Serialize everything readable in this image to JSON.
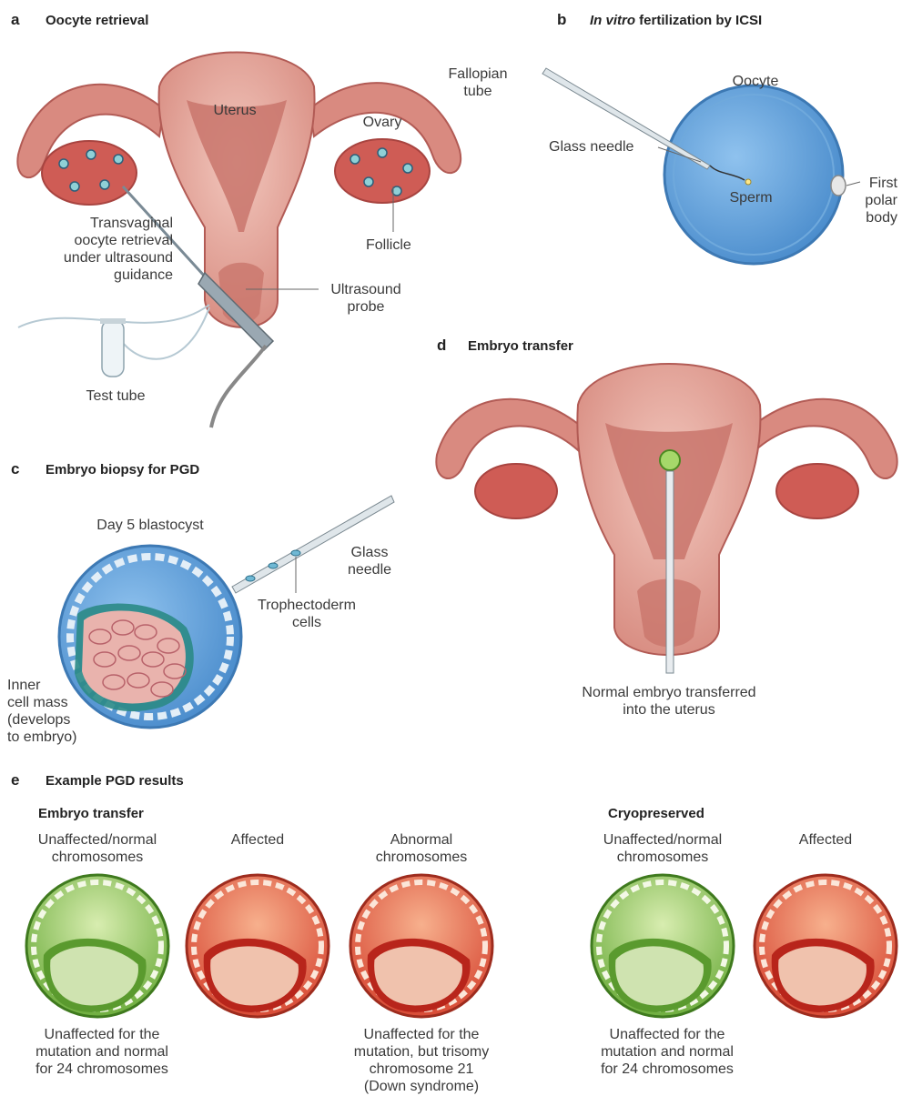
{
  "panels": {
    "a": {
      "letter": "a",
      "title": "Oocyte retrieval",
      "labels": {
        "uterus": "Uterus",
        "fallopian": "Fallopian\ntube",
        "ovary": "Ovary",
        "follicle": "Follicle",
        "transvaginal": "Transvaginal\noocyte retrieval\nunder ultrasound\nguidance",
        "probe": "Ultrasound\nprobe",
        "testtube": "Test tube"
      }
    },
    "b": {
      "letter": "b",
      "title_italic": "In vitro",
      "title_rest": " fertilization by ICSI",
      "labels": {
        "oocyte": "Oocyte",
        "needle": "Glass needle",
        "sperm": "Sperm",
        "polar": "First\npolar\nbody"
      }
    },
    "c": {
      "letter": "c",
      "title": "Embryo biopsy for PGD",
      "labels": {
        "day5": "Day 5 blastocyst",
        "needle": "Glass\nneedle",
        "tropho": "Trophectoderm\ncells",
        "icm": "Inner\ncell mass\n(develops\nto embryo)"
      }
    },
    "d": {
      "letter": "d",
      "title": "Embryo transfer",
      "caption": "Normal embryo transferred\ninto the uterus"
    },
    "e": {
      "letter": "e",
      "title": "Example PGD results",
      "group_transfer": "Embryo transfer",
      "group_cryo": "Cryopreserved",
      "embryos": [
        {
          "top": "Unaffected/normal\nchromosomes",
          "bottom": "Unaffected for the\nmutation and normal\nfor 24 chromosomes",
          "status": "normal"
        },
        {
          "top": "Affected",
          "bottom": "",
          "status": "affected"
        },
        {
          "top": "Abnormal\nchromosomes",
          "bottom": "Unaffected for the\nmutation, but trisomy\nchromosome 21\n(Down syndrome)",
          "status": "abnormal"
        },
        {
          "top": "Unaffected/normal\nchromosomes",
          "bottom": "Unaffected for the\nmutation and normal\nfor 24 chromosomes",
          "status": "normal"
        },
        {
          "top": "Affected",
          "bottom": "",
          "status": "affected"
        }
      ]
    }
  },
  "colors": {
    "uterus_pink": "#e3a59a",
    "uterus_dark": "#c7655e",
    "ovary": "#cf5c55",
    "oocyte_blue": "#5b9bd5",
    "normal_green": "#7ab648",
    "affected_red": "#d9503c"
  }
}
